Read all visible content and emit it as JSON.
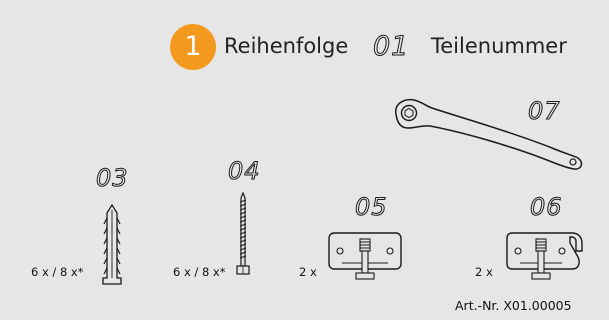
{
  "legend": {
    "step_number": "1",
    "step_label": "Reihenfolge",
    "part_number_example": "01",
    "part_number_label": "Teilenummer"
  },
  "parts": [
    {
      "number": "07",
      "icon": "wrench-icon",
      "quantity": ""
    },
    {
      "number": "03",
      "icon": "wall-plug-icon",
      "quantity": "6 x / 8 x*"
    },
    {
      "number": "04",
      "icon": "screw-icon",
      "quantity": "6 x / 8 x*"
    },
    {
      "number": "05",
      "icon": "bracket-icon",
      "quantity": "2 x"
    },
    {
      "number": "06",
      "icon": "hook-bracket-icon",
      "quantity": "2 x"
    }
  ],
  "article_number": "Art.-Nr. X01.00005"
}
